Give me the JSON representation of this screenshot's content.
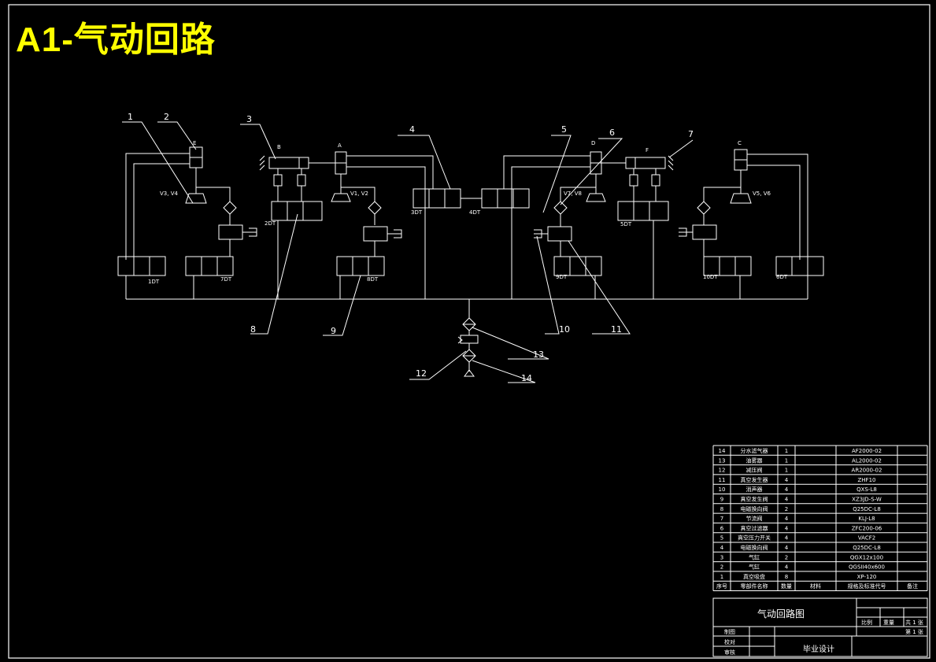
{
  "headline": "A1-气动回路",
  "callouts": [
    "1",
    "2",
    "3",
    "4",
    "5",
    "6",
    "7",
    "8",
    "9",
    "10",
    "11",
    "12",
    "13",
    "14"
  ],
  "cylinders": [
    "E",
    "B",
    "A",
    "D",
    "F",
    "C"
  ],
  "cups": [
    "V3, V4",
    "V1, V2",
    "V7, V8",
    "V5, V6"
  ],
  "solenoids": [
    "1DT",
    "7DT",
    "2DT",
    "8DT",
    "3DT",
    "4DT",
    "9DT",
    "5DT",
    "10DT",
    "6DT"
  ],
  "bom": {
    "rows": [
      {
        "no": "14",
        "name": "分水滤气器",
        "qty": "1",
        "spec": "AF2000-02"
      },
      {
        "no": "13",
        "name": "油雾器",
        "qty": "1",
        "spec": "AL2000-02"
      },
      {
        "no": "12",
        "name": "减压阀",
        "qty": "1",
        "spec": "AR2000-02"
      },
      {
        "no": "11",
        "name": "真空发生器",
        "qty": "4",
        "spec": "ZHF10"
      },
      {
        "no": "10",
        "name": "消声器",
        "qty": "4",
        "spec": "QXS-L8"
      },
      {
        "no": "9",
        "name": "真空发生阀",
        "qty": "4",
        "spec": "XZ3JD-S-W"
      },
      {
        "no": "8",
        "name": "电磁换向阀",
        "qty": "2",
        "spec": "Q25DC-L8"
      },
      {
        "no": "7",
        "name": "节流阀",
        "qty": "4",
        "spec": "KLJ-L8"
      },
      {
        "no": "6",
        "name": "真空过滤器",
        "qty": "4",
        "spec": "ZFC200-06"
      },
      {
        "no": "5",
        "name": "真空压力开关",
        "qty": "4",
        "spec": "VACF2"
      },
      {
        "no": "4",
        "name": "电磁换向阀",
        "qty": "4",
        "spec": "Q25DC-L8"
      },
      {
        "no": "3",
        "name": "气缸",
        "qty": "2",
        "spec": "QGX12x100"
      },
      {
        "no": "2",
        "name": "气缸",
        "qty": "4",
        "spec": "QGSII40x600"
      },
      {
        "no": "1",
        "name": "真空吸盘",
        "qty": "8",
        "spec": "XP-120"
      }
    ],
    "header": {
      "no": "序号",
      "name": "零部件名称",
      "qty": "数量",
      "material": "材料",
      "spec": "规格及标准代号",
      "remark": "备注"
    }
  },
  "title_block": {
    "drawing_title": "气动回路图",
    "scale": "比例",
    "weight": "重量",
    "sheets_total": "共 1 张",
    "sheet_no": "第 1 张",
    "drawn": "制图",
    "checked": "校对",
    "approved": "审核",
    "project": "毕业设计"
  },
  "colors": {
    "background": "#000000",
    "line": "#ffffff",
    "headline": "#ffff00"
  }
}
